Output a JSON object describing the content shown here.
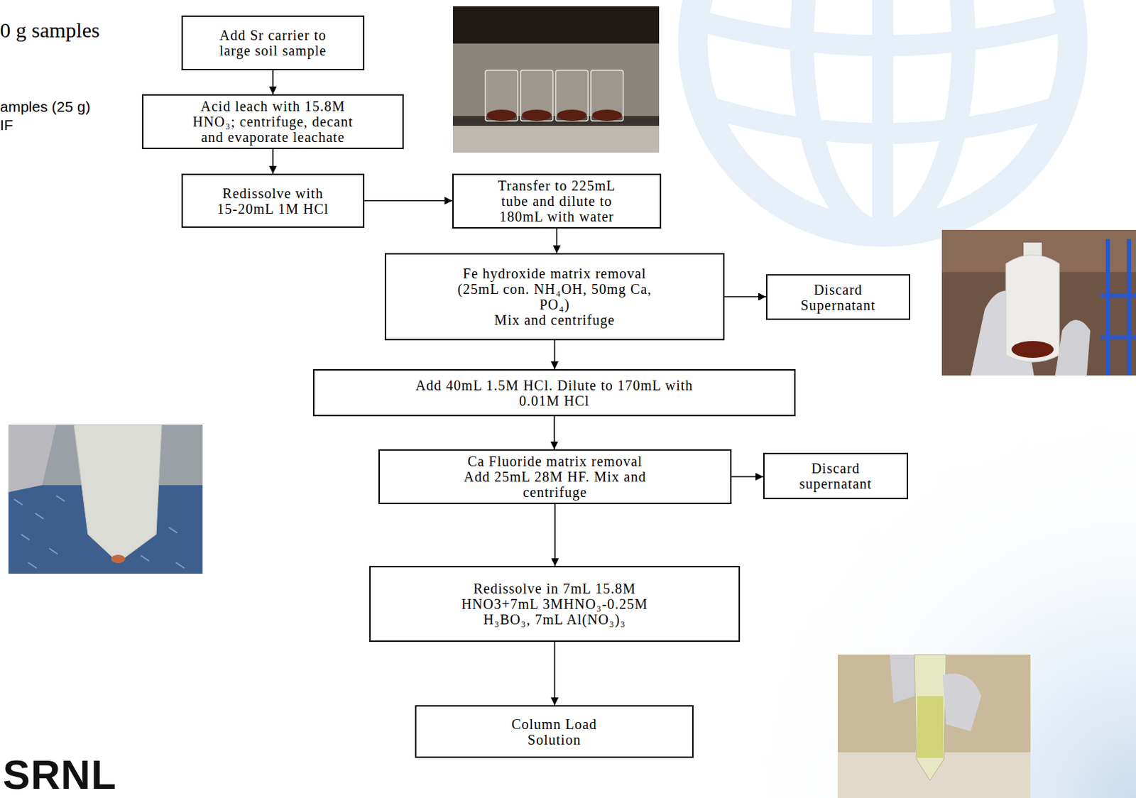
{
  "diagram": {
    "nodes": [
      {
        "text": [
          "Add Sr carrier to large soil sample"
        ]
      },
      {
        "text": [
          "Acid leach with 15.8M HNO₃; centrifuge, decant and evaporate leachate"
        ]
      },
      {
        "text": [
          "Redissolve with 15-20mL 1M HCl"
        ]
      },
      {
        "text": [
          "Transfer to 225mL tube and dilute to 180mL with water"
        ]
      },
      {
        "text": [
          "Fe hydroxide matrix removal (25mL con. NH₄OH, 50mg Ca, PO₄)",
          "Mix and centrifuge"
        ]
      },
      {
        "text": [
          "Discard Supernatant"
        ]
      },
      {
        "text": [
          "Add 40mL 1.5M HCl.  Dilute to 170mL with 0.01M HCl"
        ]
      },
      {
        "text": [
          "Ca Fluoride matrix removal",
          "Add 25mL 28M HF. Mix and centrifuge"
        ]
      },
      {
        "text": [
          "Discard supernatant"
        ]
      },
      {
        "text": [
          "Redissolve in 7mL 15.8M HNO3+7mL 3MHNO₃-0.25M H₃BO₃, 7mL Al(NO₃)₃"
        ]
      },
      {
        "text": [
          "Column Load Solution"
        ]
      }
    ],
    "edges": [
      {
        "from": 0,
        "to": 1,
        "arrow": "to"
      },
      {
        "from": 1,
        "to": 2,
        "arrow": "to"
      },
      {
        "from": 2,
        "to": 3,
        "arrow": "to"
      },
      {
        "from": 3,
        "to": 4,
        "arrow": "to"
      },
      {
        "from": 4,
        "to": 5,
        "arrow": "to"
      },
      {
        "from": 4,
        "to": 6,
        "arrow": "to"
      },
      {
        "from": 6,
        "to": 7,
        "arrow": "to"
      },
      {
        "from": 7,
        "to": 8,
        "arrow": "to"
      },
      {
        "from": 7,
        "to": 9,
        "arrow": "to"
      },
      {
        "from": 9,
        "to": 10,
        "arrow": "to"
      }
    ],
    "labels": [
      "0 g samples",
      "amples (25 g)",
      "IF",
      "SRNL"
    ]
  }
}
